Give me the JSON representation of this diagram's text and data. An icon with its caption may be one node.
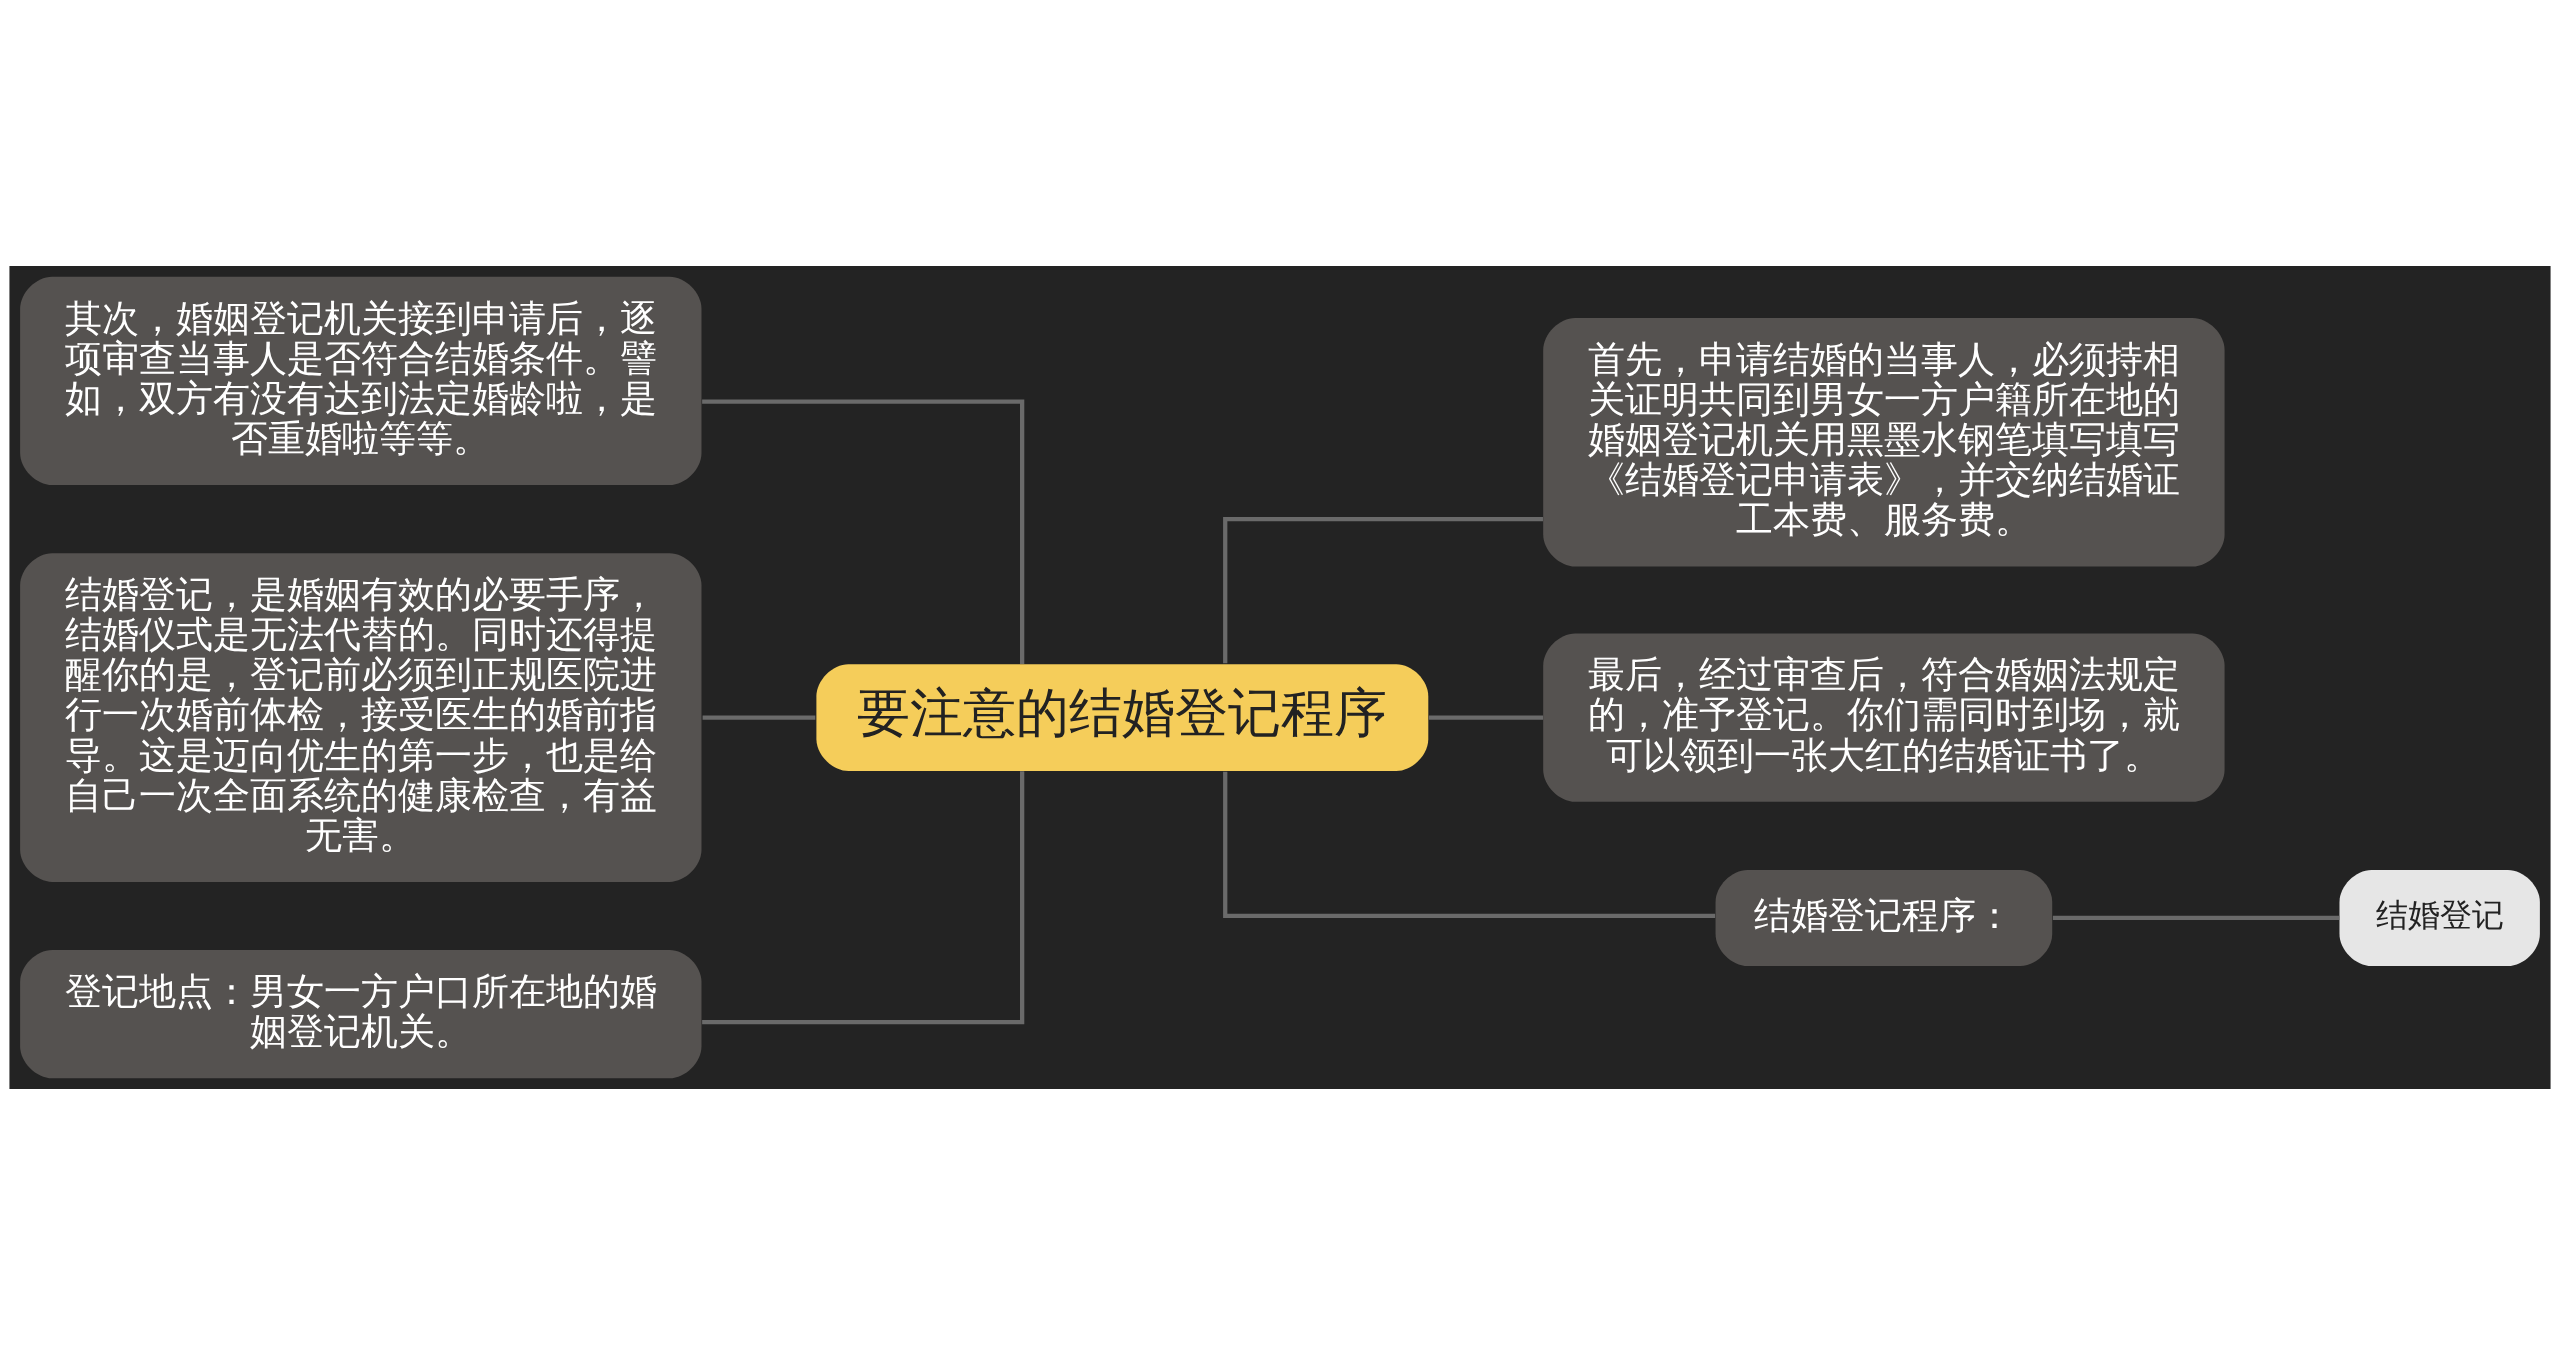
{
  "diagram": {
    "nodes": [
      {
        "text": [
          "要注意的结婚登记程序"
        ]
      },
      {
        "text": [
          "其次，婚姻登记机关接到申请后，逐项审查当事人是否符合结婚条件。譬如，双方有没有达到法定婚龄啦，是否重婚啦等等。"
        ]
      },
      {
        "text": [
          "结婚登记，是婚姻有效的必要手序，结婚仪式是无法代替的。同时还得提醒你的是，登记前必须到正规医院进行一次婚前体检，接受医生的婚前指导。这是迈向优生的第一步，也是给自己一次全面系统的健康检查，有益无害。"
        ]
      },
      {
        "text": [
          "登记地点：男女一方户口所在地的婚姻登记机关。"
        ]
      },
      {
        "text": [
          "首先，申请结婚的当事人，必须持相关证明共同到男女一方户籍所在地的婚姻登记机关用黑墨水钢笔填写填写《结婚登记申请表》，并交纳结婚证工本费、服务费。"
        ]
      },
      {
        "text": [
          "最后，经过审查后，符合婚姻法规定的，准予登记。你们需同时到场，就可以领到一张大红的结婚证书了。"
        ]
      },
      {
        "text": [
          "结婚登记程序："
        ]
      },
      {
        "text": [
          "结婚登记"
        ]
      }
    ],
    "edges": [
      {
        "from": 1,
        "to": 0,
        "arrow": "none"
      },
      {
        "from": 2,
        "to": 0,
        "arrow": "none"
      },
      {
        "from": 3,
        "to": 0,
        "arrow": "none"
      },
      {
        "from": 0,
        "to": 4,
        "arrow": "none"
      },
      {
        "from": 0,
        "to": 5,
        "arrow": "none"
      },
      {
        "from": 0,
        "to": 6,
        "arrow": "none"
      },
      {
        "from": 6,
        "to": 7,
        "arrow": "none"
      }
    ]
  }
}
